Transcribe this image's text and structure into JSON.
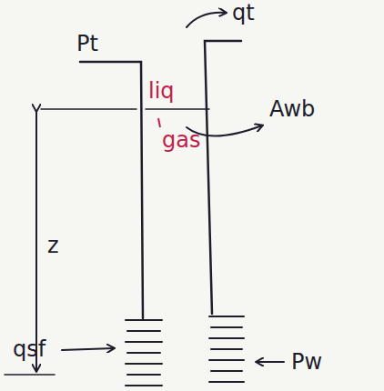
{
  "diagram": {
    "labels": [
      "Pt",
      "qt",
      "liq",
      "Awb",
      "gas",
      "z",
      "qsf",
      "Pw"
    ]
  }
}
